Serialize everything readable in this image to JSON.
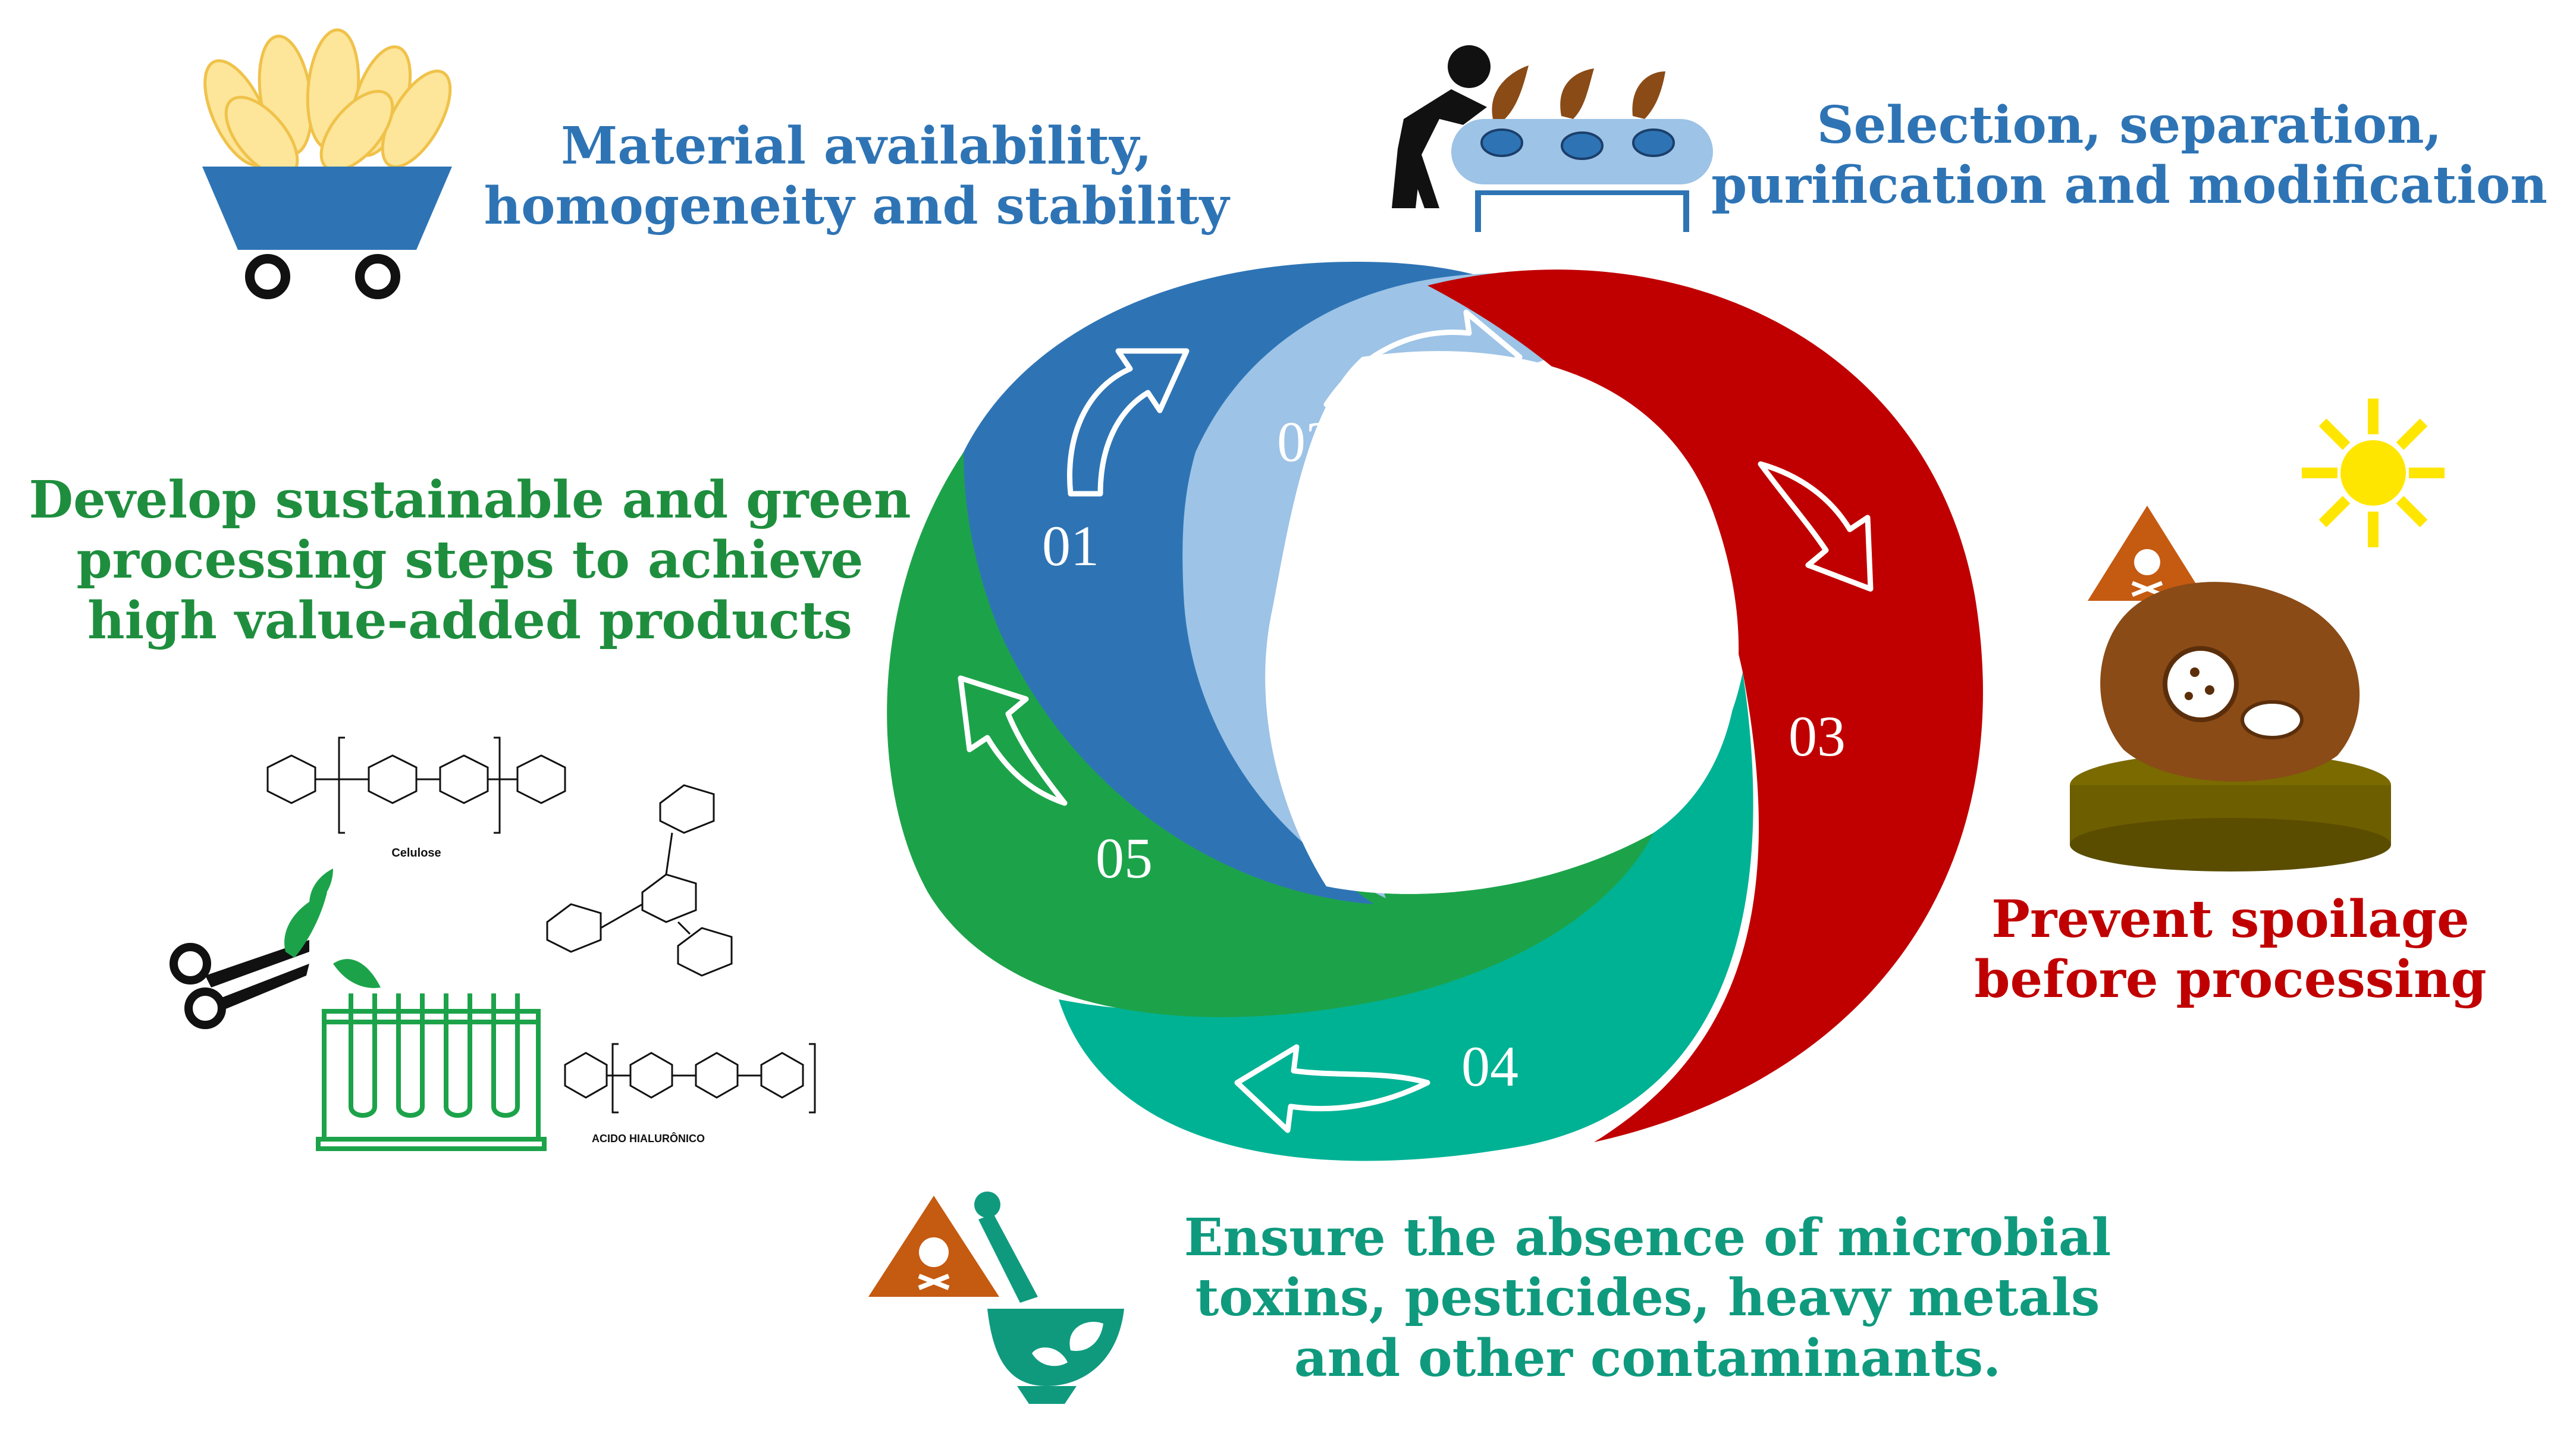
{
  "steps": [
    {
      "number": "01",
      "lines": [
        "Material availability,",
        "homogeneity and stability"
      ]
    },
    {
      "number": "02",
      "lines": [
        "Selection, separation,",
        "purification and modification"
      ]
    },
    {
      "number": "03",
      "lines": [
        "Prevent spoilage",
        "before processing"
      ]
    },
    {
      "number": "04",
      "lines": [
        "Ensure the absence of microbial",
        "toxins, pesticides, heavy metals",
        "and other contaminants."
      ]
    },
    {
      "number": "05",
      "lines": [
        "Develop sustainable and green",
        "processing steps to achieve",
        "high value-added products"
      ]
    }
  ],
  "structures": {
    "cellulose_label": "Celulose",
    "hyaluronic_label": "ACIDO HIALURÔNICO"
  },
  "colors": {
    "step1": "#2e74b5",
    "step2": "#9dc3e6",
    "step3": "#c00000",
    "step4": "#00b294",
    "step5": "#1ca34a",
    "caption_blue": "#2e74b5",
    "caption_green": "#1e8e3e",
    "caption_red": "#c00000",
    "caption_teal": "#0f9a7e"
  },
  "icons": {
    "step1": "corn-cart-icon",
    "step2": "sorting-conveyor-icon",
    "step3": "spoiled-sample-icon",
    "step4": "mortar-contaminant-icon",
    "step5": "lab-processing-icon"
  }
}
